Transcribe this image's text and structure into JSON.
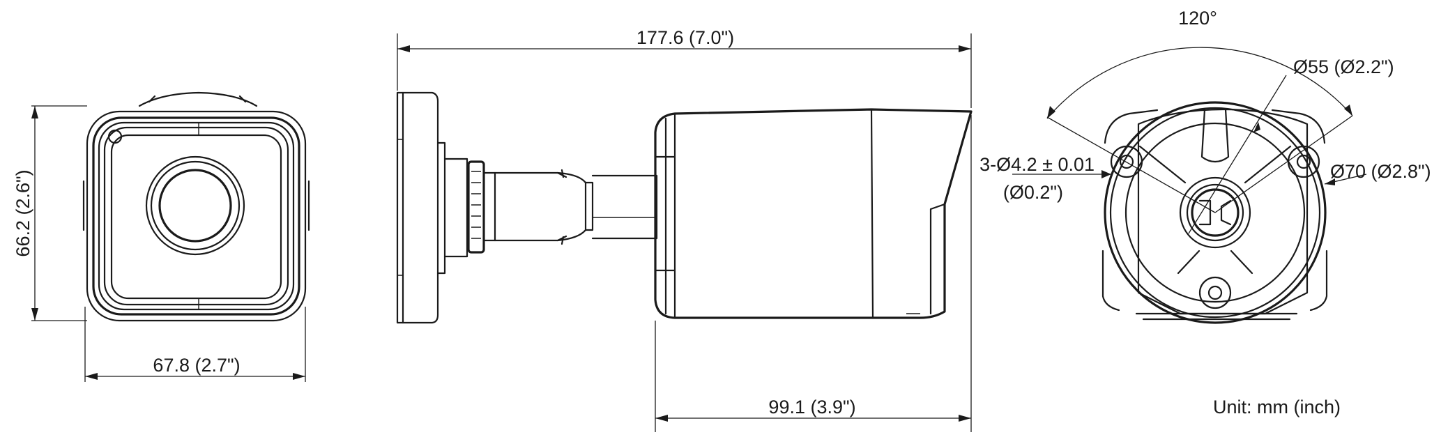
{
  "labels": {
    "front_width": "67.8 (2.7\")",
    "front_height": "66.2 (2.6\")",
    "side_length": "177.6 (7.0\")",
    "side_body": "99.1 (3.9\")",
    "angle": "120°",
    "base_inner": "Ø55 (Ø2.2\")",
    "base_outer": "Ø70 (Ø2.8\")",
    "holes_line1": "3-Ø4.2 ± 0.01",
    "holes_line2": "(Ø0.2\")",
    "unit": "Unit: mm (inch)"
  },
  "colors": {
    "line": "#1a1a1a",
    "background": "#ffffff"
  }
}
